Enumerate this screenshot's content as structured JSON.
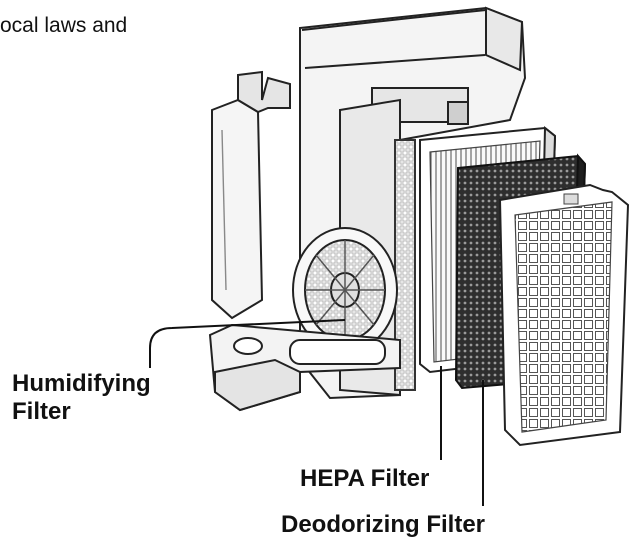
{
  "intro_text": "ocal laws and",
  "labels": {
    "humidifying_line1": "Humidifying",
    "humidifying_line2": "Filter",
    "hepa": "HEPA Filter",
    "deodorizing": "Deodorizing Filter"
  },
  "colors": {
    "ink": "#111111",
    "body_fill": "#f4f4f4",
    "deodorizer_fill": "#3a3a3a",
    "hepa_pleat": "#777777"
  }
}
